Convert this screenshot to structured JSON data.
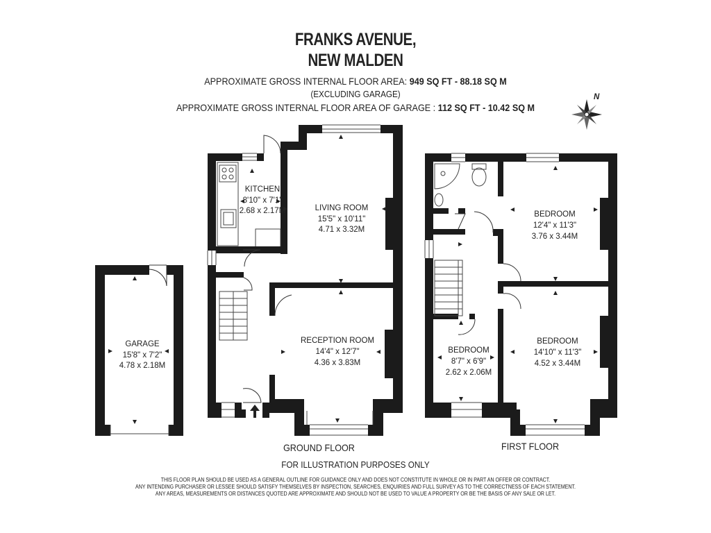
{
  "header": {
    "title_line1": "FRANKS AVENUE,",
    "title_line2": "NEW MALDEN",
    "area_label": "APPROXIMATE GROSS INTERNAL FLOOR AREA:",
    "area_value": "949 SQ FT  -  88.18 SQ M",
    "excluding": "(EXCLUDING GARAGE)",
    "garage_area_label": "APPROXIMATE GROSS INTERNAL FLOOR AREA OF GARAGE :",
    "garage_area_value": "112 SQ FT  -  10.42 SQ M"
  },
  "compass": {
    "label": "N",
    "icon": "compass-rose-icon"
  },
  "rooms": {
    "kitchen": {
      "name": "KITCHEN",
      "imperial": "8'10\" x 7'1\"",
      "metric": "2.68 x 2.17M"
    },
    "living": {
      "name": "LIVING ROOM",
      "imperial": "15'5\" x 10'11\"",
      "metric": "4.71 x 3.32M"
    },
    "reception": {
      "name": "RECEPTION ROOM",
      "imperial": "14'4\" x 12'7\"",
      "metric": "4.36 x 3.83M"
    },
    "garage": {
      "name": "GARAGE",
      "imperial": "15'8\" x 7'2\"",
      "metric": "4.78 x 2.18M"
    },
    "bed1": {
      "name": "BEDROOM",
      "imperial": "12'4\" x 11'3\"",
      "metric": "3.76 x 3.44M"
    },
    "bed2": {
      "name": "BEDROOM",
      "imperial": "8'7\" x 6'9\"",
      "metric": "2.62 x 2.06M"
    },
    "bed3": {
      "name": "BEDROOM",
      "imperial": "14'10\" x 11'3\"",
      "metric": "4.52 x 3.44M"
    }
  },
  "floors": {
    "ground": "GROUND FLOOR",
    "first": "FIRST FLOOR"
  },
  "footer": {
    "illustration": "FOR ILLUSTRATION PURPOSES ONLY",
    "disclaimer": [
      "THIS FLOOR PLAN SHOULD BE USED AS A GENERAL OUTLINE FOR GUIDANCE ONLY AND DOES NOT CONSTITUTE IN WHOLE OR IN PART AN OFFER OR CONTRACT.",
      "ANY INTENDING PURCHASER OR LESSEE SHOULD SATISFY THEMSELVES BY INSPECTION, SEARCHES, ENQUIRIES AND FULL SURVEY AS TO THE CORRECTNESS OF EACH STATEMENT.",
      "ANY AREAS, MEASUREMENTS OR DISTANCES QUOTED ARE APPROXIMATE AND SHOULD NOT BE USED TO VALUE A PROPERTY OR BE THE BASIS OF ANY SALE OR LET."
    ]
  }
}
